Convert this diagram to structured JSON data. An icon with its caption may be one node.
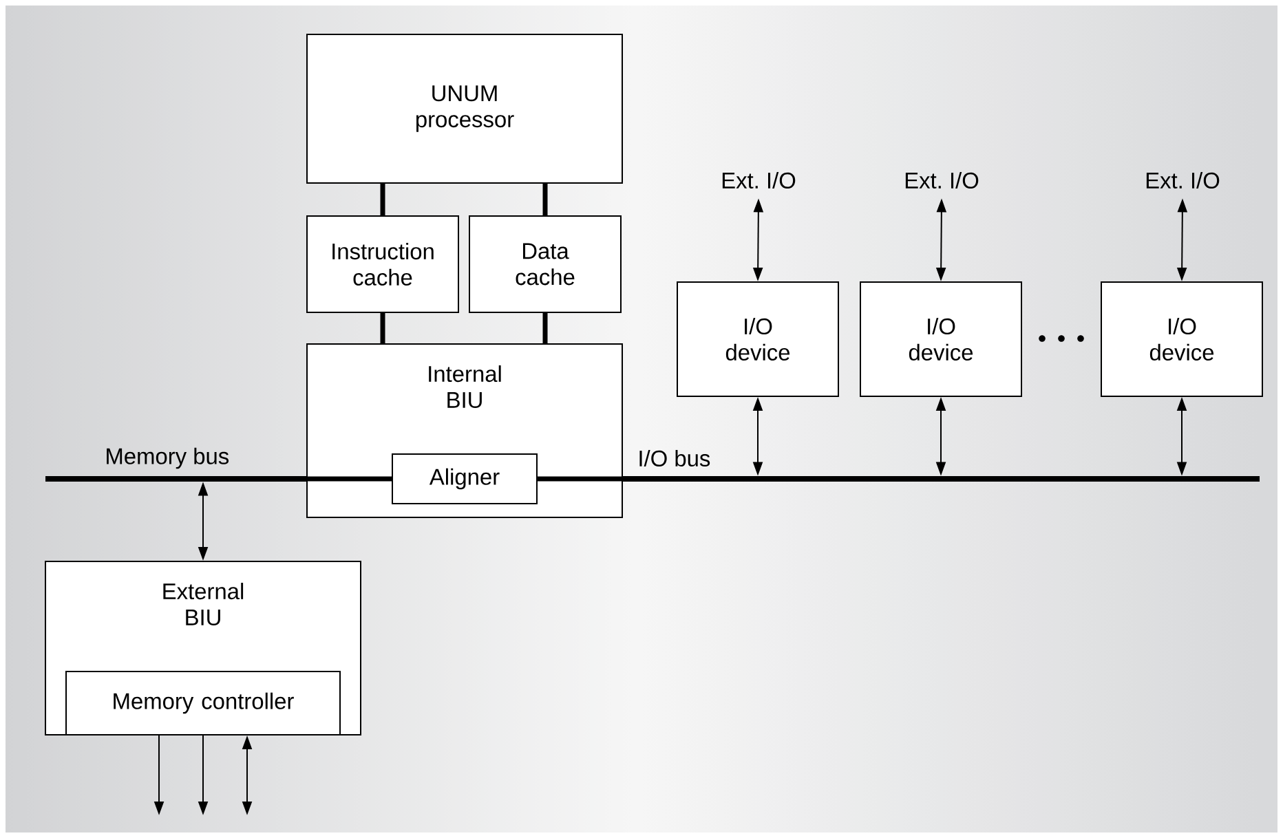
{
  "diagram": {
    "nodes": [
      {
        "text": [
          "UNUM processor"
        ]
      },
      {
        "text": [
          "Instruction cache"
        ]
      },
      {
        "text": [
          "Data cache"
        ]
      },
      {
        "text": [
          "Internal BIU"
        ]
      },
      {
        "text": [
          "Aligner"
        ],
        "in": 3
      },
      {
        "text": [
          "Ext. I/O"
        ]
      },
      {
        "text": [
          "Ext. I/O"
        ]
      },
      {
        "text": [
          "Ext. I/O"
        ]
      },
      {
        "text": [
          "I/O device"
        ]
      },
      {
        "text": [
          "I/O device"
        ]
      },
      {
        "text": [
          "I/O device"
        ]
      },
      {
        "text": [
          "Memory bus"
        ]
      },
      {
        "text": [
          "I/O bus"
        ]
      },
      {
        "text": [
          "External BIU"
        ]
      },
      {
        "text": [
          "Memory controller"
        ],
        "in": 13
      }
    ],
    "edges": [
      {
        "from": 0,
        "to": 1,
        "arrow": "none",
        "style": "thick"
      },
      {
        "from": 0,
        "to": 2,
        "arrow": "none",
        "style": "thick"
      },
      {
        "from": 1,
        "to": 3,
        "arrow": "none",
        "style": "thick"
      },
      {
        "from": 2,
        "to": 3,
        "arrow": "none",
        "style": "thick"
      },
      {
        "from": 11,
        "to": 4,
        "arrow": "none",
        "style": "thick"
      },
      {
        "from": 4,
        "to": 12,
        "arrow": "none",
        "style": "thick"
      },
      {
        "from": 5,
        "to": 8,
        "arrow": "both"
      },
      {
        "from": 6,
        "to": 9,
        "arrow": "both"
      },
      {
        "from": 7,
        "to": 10,
        "arrow": "both"
      },
      {
        "from": 8,
        "to": 12,
        "arrow": "both"
      },
      {
        "from": 9,
        "to": 12,
        "arrow": "both"
      },
      {
        "from": 10,
        "to": 12,
        "arrow": "both"
      },
      {
        "from": 11,
        "to": 13,
        "arrow": "both"
      },
      {
        "from": 14,
        "to": null,
        "arrow": "to"
      },
      {
        "from": 14,
        "to": null,
        "arrow": "to"
      },
      {
        "from": 14,
        "to": null,
        "arrow": "both"
      }
    ]
  }
}
